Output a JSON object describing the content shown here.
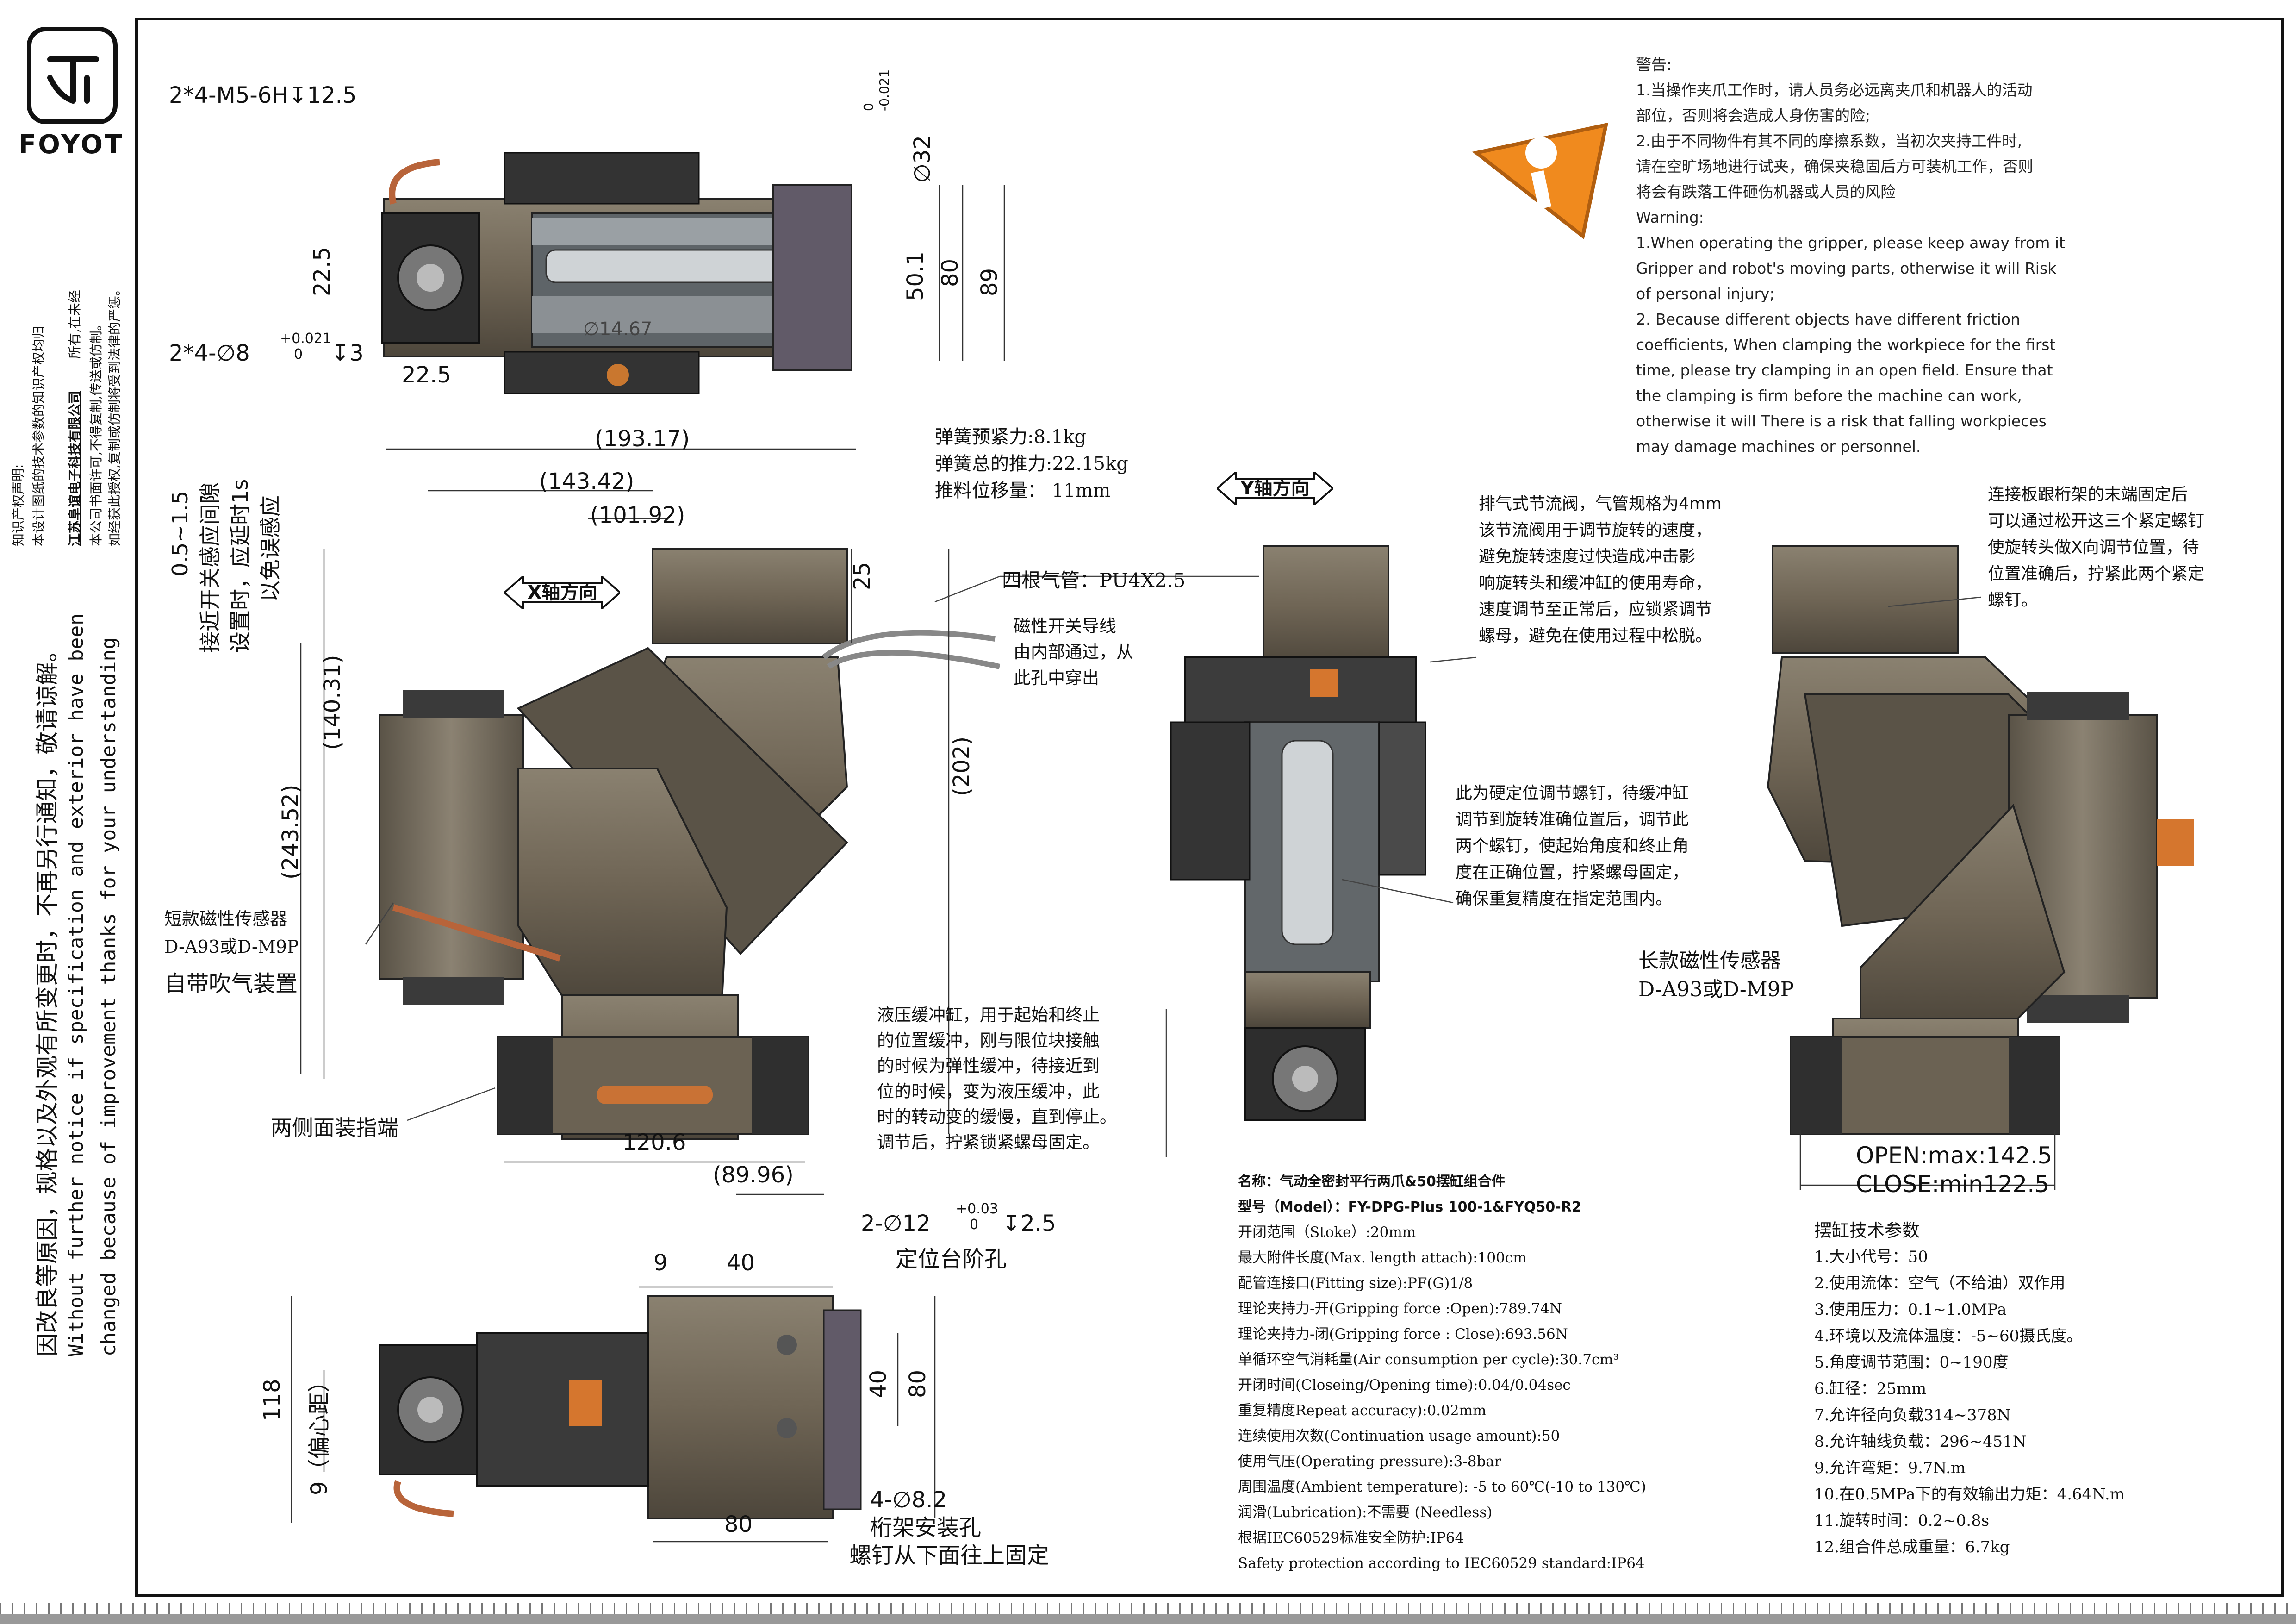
{
  "logo": {
    "brand": "FOYOT"
  },
  "side_notices": {
    "cn_copyright": [
      "知识产权声明:",
      "本设计图纸的技术参数的知识产权均归",
      "江苏阜谊电子科技有限公司",
      "所有,在未经",
      "本公司书面许可,不得复制,传送或仿制。",
      "如经获此授权,复制或仿制将受到法律的严惩。"
    ],
    "cn_change": "因改良等原因，规格以及外观有所变更时，不再另行通知，敬请谅解。",
    "en_change_1": "Without further  notice if specification and exterior have been",
    "en_change_2": "changed because of improvement thanks for your understanding"
  },
  "top_view": {
    "thread_callout": "2*4-M5-6H↧12.5",
    "pin_callout_a": "2*4-∅8",
    "pin_tol_top": "+0.021",
    "pin_tol_bot": "0",
    "pin_depth": "↧3",
    "dim_22_5_v": "22.5",
    "dim_22_5_h": "22.5",
    "dim_32": "∅32",
    "dim_32_tol_top": "0",
    "dim_32_tol_bot": "-0.021",
    "dim_50_1": "50.1",
    "dim_80": "80",
    "dim_89": "89",
    "dim_14_67": "∅14.67"
  },
  "front_view": {
    "dim_193_17": "(193.17)",
    "dim_143_42": "(143.42)",
    "dim_101_92": "(101.92)",
    "dim_25": "25",
    "dim_140_31": "(140.31)",
    "dim_243_52": "(243.52)",
    "dim_202": "(202)",
    "dim_120_6": "120.6",
    "dim_89_96": "(89.96)",
    "gap_note": [
      "0.5~1.5",
      "接近开关感应间隙",
      "设置时，应延时1s",
      "以免误感应"
    ],
    "x_axis": "X轴方向",
    "spring_preload": "弹簧预紧力:8.1kg",
    "spring_total": "弹簧总的推力:22.15kg",
    "push_travel": "推料位移量： 11mm",
    "air_tube": "四根气管：PU4X2.5",
    "sensor_wire": [
      "磁性开关导线",
      "由内部通过，从",
      "此孔中穿出"
    ],
    "short_sensor": "短款磁性传感器",
    "short_sensor_model": "D-A93或D-M9P",
    "air_blow": "自带吹气装置",
    "finger_mount": "两侧面装指端",
    "hydraulic_note": [
      "液压缓冲缸，用于起始和终止",
      "的位置缓冲，刚与限位块接触",
      "的时候为弹性缓冲，待接近到",
      "位的时候，变为液压缓冲，此",
      "时的转动变的缓慢，直到停止。",
      "调节后，拧紧锁紧螺母固定。"
    ]
  },
  "side_view": {
    "y_axis": "Y轴方向",
    "exhaust_note": [
      "排气式节流阀，气管规格为4mm",
      "该节流阀用于调节旋转的速度，",
      "避免旋转速度过快造成冲击影",
      "响旋转头和缓冲缸的使用寿命，",
      "速度调节至正常后，应锁紧调节",
      "螺母，避免在使用过程中松脱。"
    ],
    "hard_stop_note": [
      "此为硬定位调节螺钉，待缓冲缸",
      "调节到旋转准确位置后，调节此",
      "两个螺钉，使起始角度和终止角",
      "度在正确位置，拧紧螺母固定，",
      "确保重复精度在指定范围内。"
    ]
  },
  "right_view": {
    "bracket_note": [
      "连接板跟桁架的末端固定后",
      "可以通过松开这三个紧定螺钉",
      "使旋转头做X向调节位置，待",
      "位置准确后，拧紧此两个紧定",
      "螺钉。"
    ],
    "long_sensor": "长款磁性传感器",
    "long_sensor_model": "D-A93或D-M9P",
    "open": "OPEN:max:142.5",
    "close": "CLOSE:min122.5"
  },
  "bottom_view": {
    "locating_hole_a": "2-∅12",
    "locating_tol_top": "+0.03",
    "locating_tol_bot": "0",
    "locating_depth": "↧2.5",
    "locating_hole_name": "定位台阶孔",
    "dim_9_top": "9",
    "dim_40_top": "40",
    "dim_118": "118",
    "dim_9_offset": "9（偏心距）",
    "dim_40_v": "40",
    "dim_80_v": "80",
    "dim_80_h": "80",
    "mount_hole": "4-∅8.2",
    "mount_hole_name": "桁架安装孔",
    "mount_hole_note": "螺钉从下面往上固定"
  },
  "warning": {
    "title": "警告:",
    "lines": [
      "1.当操作夹爪工作时，请人员务必远离夹爪和机器人的活动",
      "部位，否则将会造成人身伤害的险;",
      "2.由于不同物件有其不同的摩擦系数，当初次夹持工件时,",
      "请在空旷场地进行试夹，确保夹稳固后方可装机工作，否则",
      "将会有跌落工件砸伤机器或人员的风险"
    ],
    "en_title": "Warning:",
    "en_lines": [
      "1.When operating the gripper, please keep away from it",
      "Gripper and robot's moving parts, otherwise it will Risk",
      "of personal injury;",
      "2. Because different objects have different friction",
      "coefficients, When clamping the workpiece for the first",
      "time, please try clamping in an open field. Ensure that",
      "the clamping is firm before the machine can work,",
      "otherwise it will There is a risk that falling workpieces",
      "may damage machines or personnel."
    ]
  },
  "specs": {
    "name": "名称：气动全密封平行两爪&50摆缸组合件",
    "model": "型号（Model）：FY-DPG-Plus 100-1&FYQ50-R2",
    "lines": [
      "开闭范围（Stoke）:20mm",
      "最大附件长度(Max. length attach):100cm",
      "配管连接口(Fitting size):PF(G)1/8",
      "理论夹持力-开(Gripping force :Open):789.74N",
      "理论夹持力-闭(Gripping force : Close):693.56N",
      "单循环空气消耗量(Air consumption per cycle):30.7cm³",
      "开闭时间(Closeing/Opening time):0.04/0.04sec",
      "重复精度Repeat accuracy):0.02mm",
      "连续使用次数(Continuation usage amount):50",
      "使用气压(Operating pressure):3-8bar",
      "周围温度(Ambient temperature): -5 to 60℃(-10 to 130℃)",
      "润滑(Lubrication):不需要 (Needless)",
      "根据IEC60529标准安全防护:IP64",
      "Safety protection according to IEC60529 standard:IP64"
    ]
  },
  "cylinder": {
    "title": "摆缸技术参数",
    "lines": [
      "1.大小代号：50",
      "2.使用流体：空气（不给油）双作用",
      "3.使用压力：0.1~1.0MPa",
      "4.环境以及流体温度：-5~60摄氏度。",
      "5.角度调节范围：0~190度",
      "6.缸径：25mm",
      "7.允许径向负载314~378N",
      "8.允许轴线负载：296~451N",
      "9.允许弯矩：9.7N.m",
      "10.在0.5MPa下的有效输出力矩：4.64N.m",
      "11.旋转时间：0.2~0.8s",
      "12.组合件总成重量：6.7kg"
    ]
  },
  "colors": {
    "metal": "#6f6555",
    "metal_dark": "#3f3a33",
    "block": "#2a2a2a",
    "warning_orange": "#f08a1e",
    "accent_copper": "#b8643a"
  }
}
